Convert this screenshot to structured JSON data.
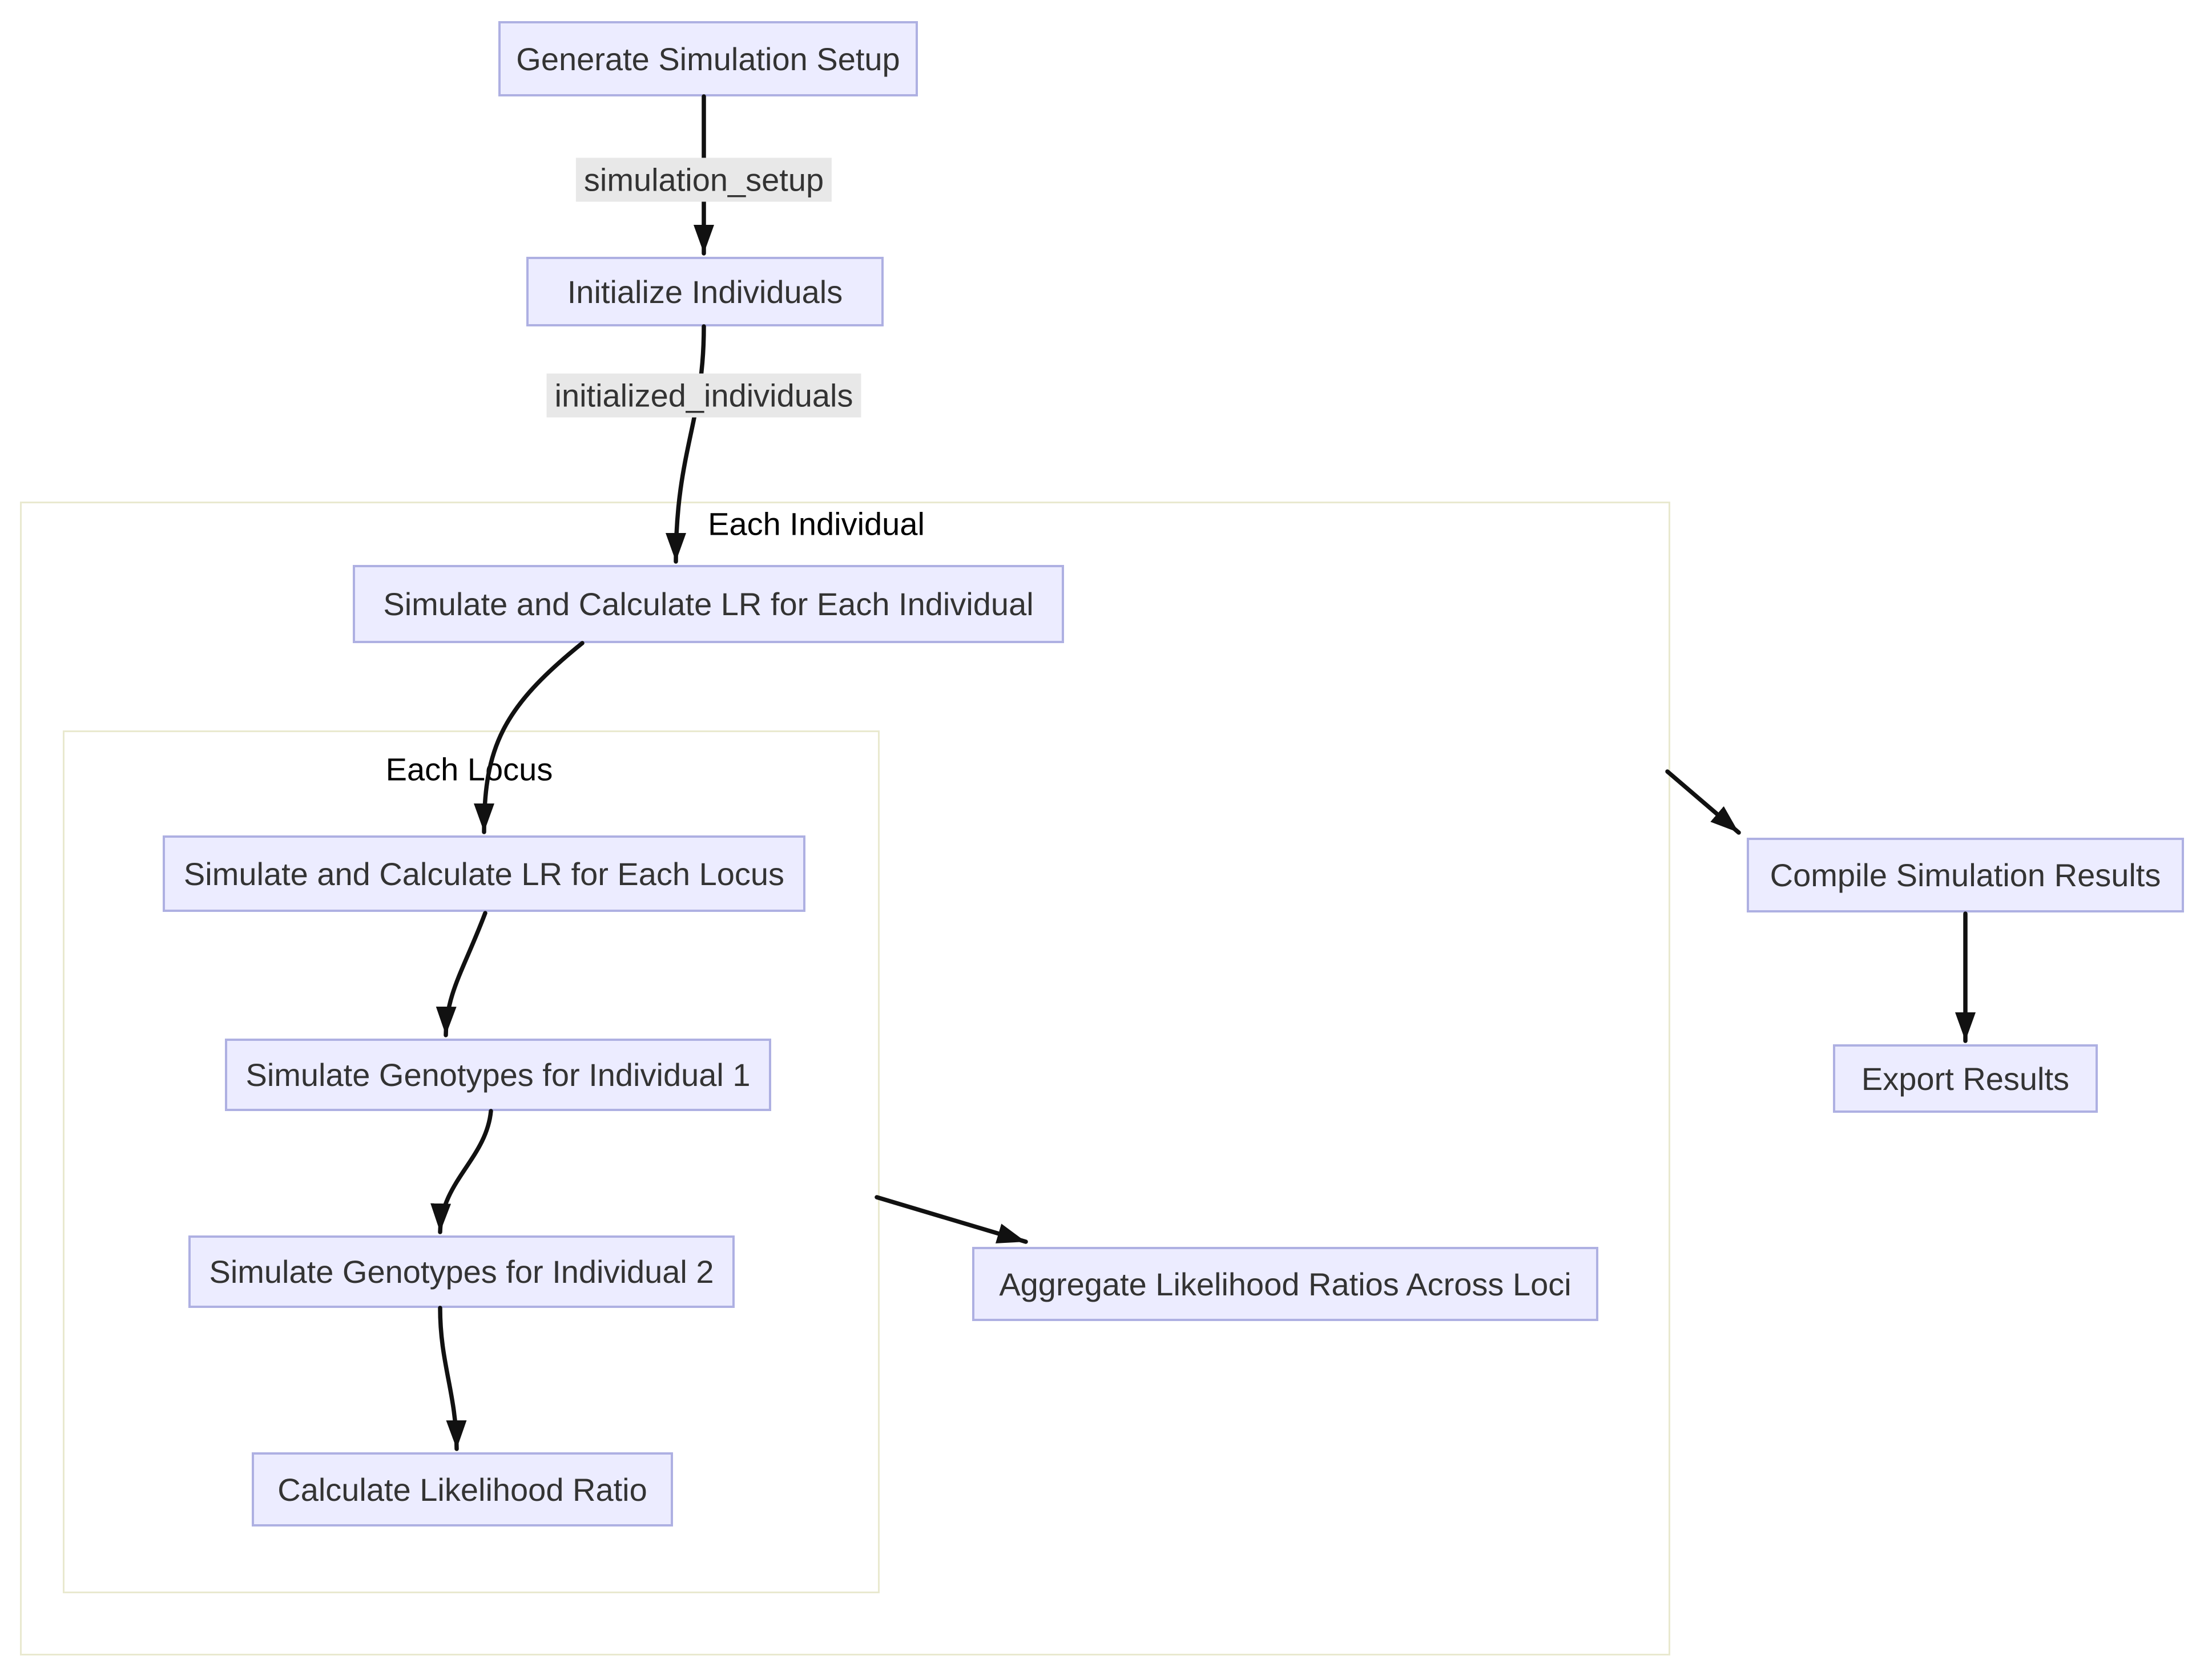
{
  "diagram": {
    "nodes": [
      {
        "id": "generate-simulation-setup",
        "label": "Generate Simulation Setup"
      },
      {
        "id": "initialize-individuals",
        "label": "Initialize Individuals"
      },
      {
        "id": "simulate-calc-lr-individual",
        "label": "Simulate and Calculate LR for Each Individual"
      },
      {
        "id": "simulate-calc-lr-locus",
        "label": "Simulate and Calculate LR for Each Locus"
      },
      {
        "id": "simulate-genotypes-individual-1",
        "label": "Simulate Genotypes for Individual 1"
      },
      {
        "id": "simulate-genotypes-individual-2",
        "label": "Simulate Genotypes for Individual 2"
      },
      {
        "id": "calculate-likelihood-ratio",
        "label": "Calculate Likelihood Ratio"
      },
      {
        "id": "aggregate-likelihood-ratios",
        "label": "Aggregate Likelihood Ratios Across Loci"
      },
      {
        "id": "compile-simulation-results",
        "label": "Compile Simulation Results"
      },
      {
        "id": "export-results",
        "label": "Export Results"
      }
    ],
    "clusters": [
      {
        "id": "each-individual",
        "label": "Each Individual"
      },
      {
        "id": "each-locus",
        "label": "Each Locus"
      }
    ],
    "edge_labels": [
      {
        "label": "simulation_setup"
      },
      {
        "label": "initialized_individuals"
      }
    ],
    "colors": {
      "node_fill": "#ECECFF",
      "node_border": "#aeb0e2",
      "cluster_border": "#e9e9cf",
      "edge_label_bg": "#e8e8e8",
      "edge_stroke": "#111111",
      "text": "#333333"
    }
  }
}
